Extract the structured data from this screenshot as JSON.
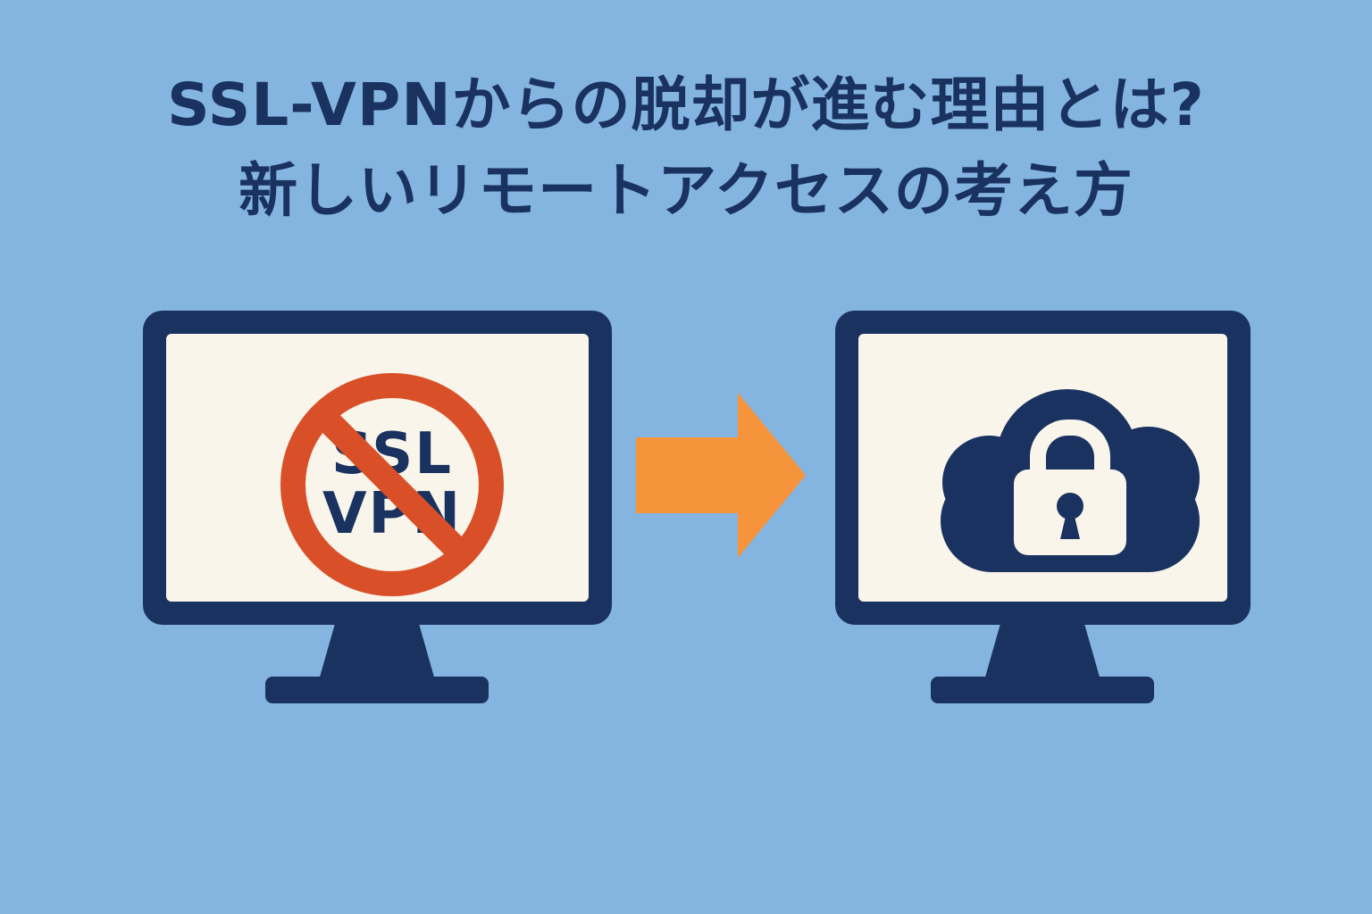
{
  "page": {
    "background_color": "#84b5e0"
  },
  "title": {
    "line1": "SSL-VPNからの脱却が進む理由とは?",
    "line2": "新しいリモートアクセスの考え方",
    "color": "#1a3260"
  },
  "diagram": {
    "left_monitor": {
      "icon": "no-ssl-vpn-icon",
      "label_line1": "SSL",
      "label_line2": "VPN",
      "frame_color": "#1a3260",
      "screen_color": "#f9f5ea",
      "prohibition_color": "#d94f28",
      "label_color": "#1a3260"
    },
    "arrow": {
      "icon": "arrow-right-icon",
      "direction": "right",
      "color": "#f6943c"
    },
    "right_monitor": {
      "icon": "secure-cloud-icon",
      "frame_color": "#1a3260",
      "screen_color": "#f9f5ea",
      "cloud_color": "#1a3260",
      "lock_color": "#f9f5ea"
    }
  }
}
